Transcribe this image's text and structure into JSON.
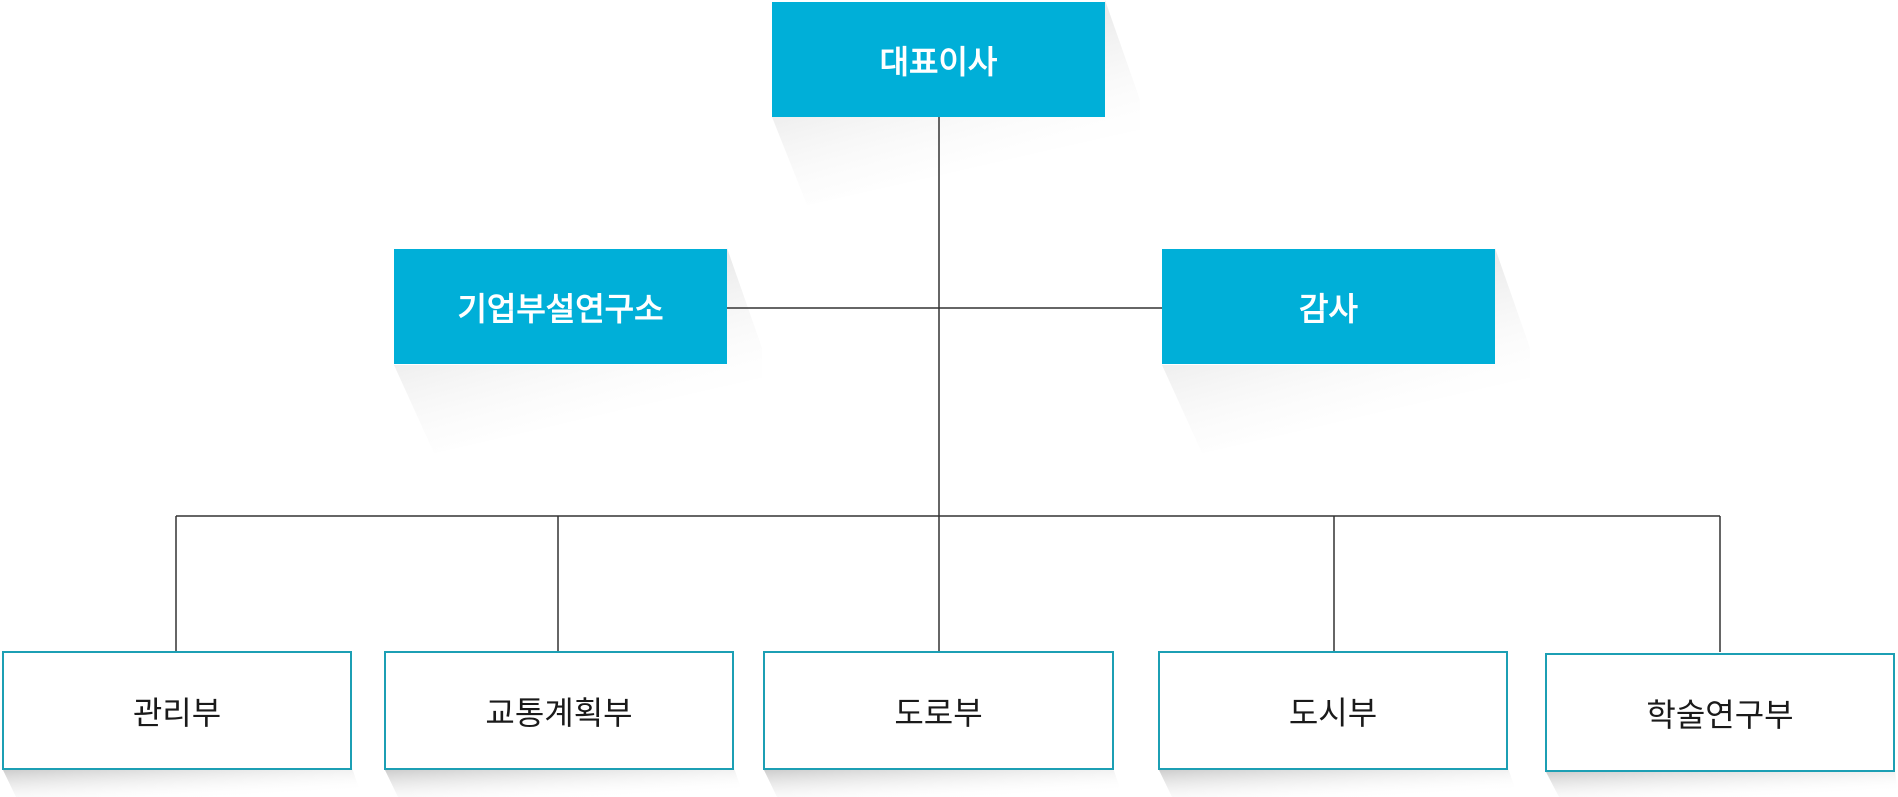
{
  "colors": {
    "primary_fill": "#00afd8",
    "department_border": "#1c9fb4",
    "connector": "#333333"
  },
  "chart": {
    "ceo": "대표이사",
    "lab": "기업부설연구소",
    "audit": "감사",
    "departments": [
      "관리부",
      "교통계획부",
      "도로부",
      "도시부",
      "학술연구부"
    ]
  }
}
